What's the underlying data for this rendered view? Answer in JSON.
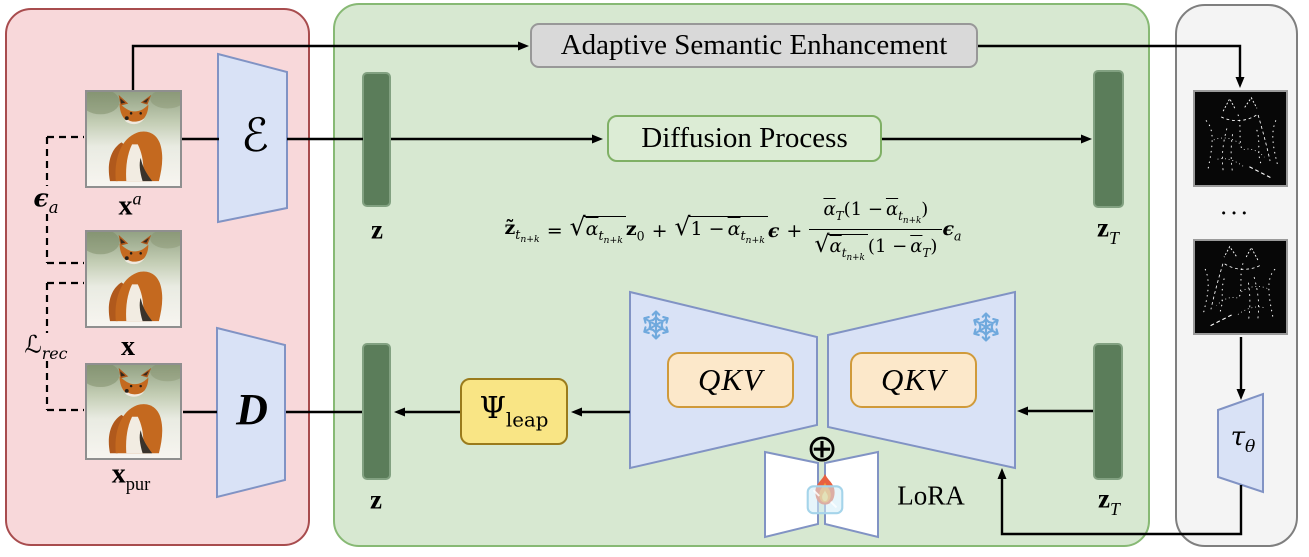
{
  "colors": {
    "pink_bg": "#f8d8da",
    "pink_border": "#a84c4e",
    "green_bg": "#d7e8d1",
    "green_border": "#87b974",
    "gray_bg": "#f4f4f4",
    "gray_border": "#7f7f7f",
    "bar_fill": "#5b7d5a",
    "bar_border": "#82a181",
    "trap_fill": "#d9e2f6",
    "trap_border": "#8193c4",
    "lora_fill": "#ffffff",
    "ase_fill": "#d9d9d9",
    "ase_border": "#989898",
    "diff_fill": "#dcecd5",
    "diff_border": "#7fb065",
    "qkv_fill": "#fce8ca",
    "qkv_border": "#d09a3a",
    "psi_fill": "#f9e585",
    "psi_border": "#9a7b1c",
    "line": "#000000",
    "snowflake": "#70a9dd"
  },
  "left_panel": {
    "epsilon_a_base": "ϵ",
    "epsilon_a_sub": "a",
    "l_rec_base": "ℒ",
    "l_rec_sub": "rec",
    "x_adv_base": "x",
    "x_adv_sup": "a",
    "x_label": "x",
    "x_pur_base": "x",
    "x_pur_sub": "pur",
    "encoder_label": "ℰ",
    "decoder_label": "D"
  },
  "middle_panel": {
    "ase_label": "Adaptive Semantic Enhancement",
    "diffusion_label": "Diffusion Process",
    "z_top_label": "z",
    "z_t_top_base": "z",
    "z_t_top_sub": "T",
    "z_bottom_label": "z",
    "z_t_bottom_base": "z",
    "z_t_bottom_sub": "T",
    "psi_base": "Ψ",
    "psi_sub": "leap",
    "qkv_left_label": "QKV",
    "qkv_right_label": "QKV",
    "lora_label": "LoRA",
    "plus_circle": "⊕",
    "formula": {
      "z_tilde": "z̃",
      "t": "t",
      "n_plus_k": "n+k",
      "equals": "=",
      "sqrt_sign": "√",
      "alpha": "α",
      "z": "z",
      "zero": "0",
      "plus": "+",
      "one_minus": "1 −",
      "epsilon": "ϵ",
      "T": "T",
      "lparen": "(",
      "rparen": ")",
      "a_sub": "a"
    }
  },
  "right_panel": {
    "dots": "···",
    "tau_base": "τ",
    "tau_sub": "θ"
  },
  "icons": {
    "snowflake": "❄",
    "circled_plus": "⊕",
    "fire_ice": "🔥"
  }
}
